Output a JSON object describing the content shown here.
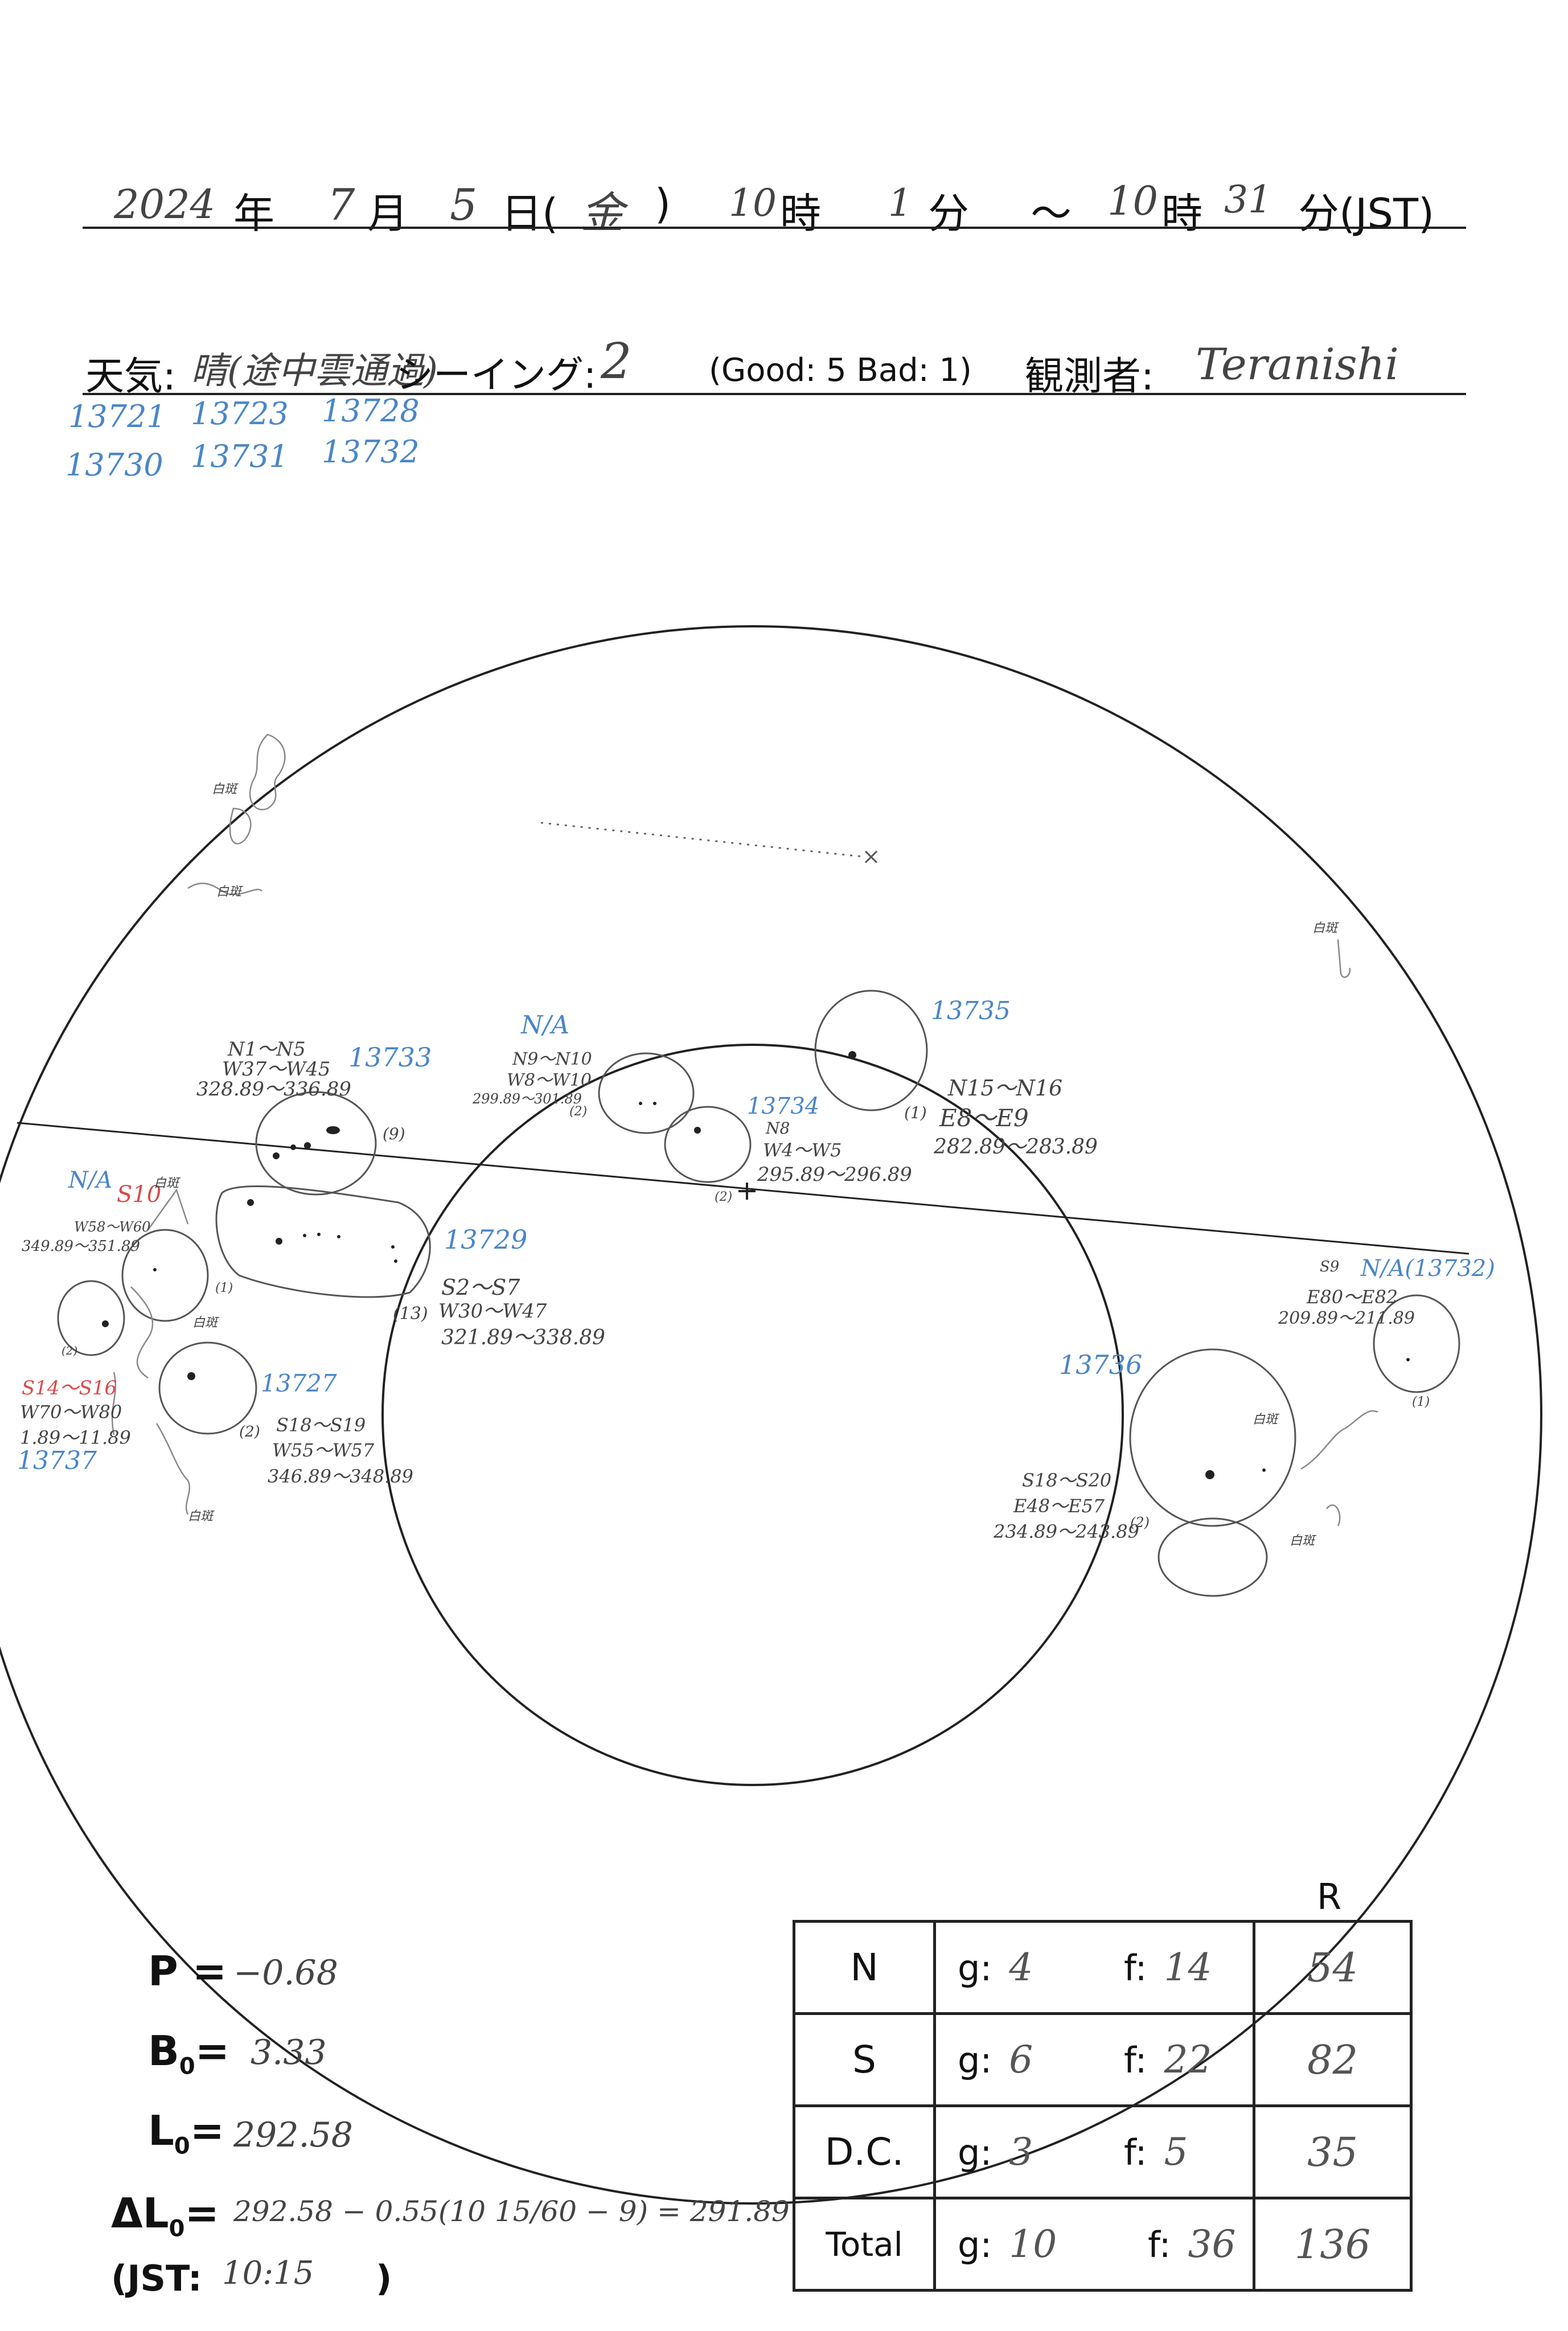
{
  "header": {
    "year": "2024",
    "year_unit": "年",
    "month": "7",
    "month_unit": "月",
    "day": "5",
    "day_unit": "日(",
    "weekday": "金",
    "weekday_close": ")",
    "start_hour": "10",
    "hour_unit": "時",
    "start_min": "1",
    "min_unit": "分",
    "tilde": "〜",
    "end_hour": "10",
    "end_hour_unit": "時",
    "end_min": "31",
    "end_min_unit": "分(JST)"
  },
  "weather_row": {
    "weather_label": "天気:",
    "weather_value": "晴(途中雲通過)",
    "seeing_label": "シーイング:",
    "seeing_value": "2",
    "scale_text": "(Good: 5  Bad: 1)",
    "observer_label": "観測者:",
    "observer_value": "Teranishi"
  },
  "region_list": {
    "row1": [
      "13721",
      "13723",
      "13728"
    ],
    "row2": [
      "13730",
      "13731",
      "13732"
    ]
  },
  "annotations": {
    "r13733": "13733",
    "r13733_lat": "N1〜N5",
    "r13733_lon": "W37〜W45",
    "r13733_L": "328.89〜336.89",
    "r13733_count": "(9)",
    "r13729": "13729",
    "r13729_lat": "S2〜S7",
    "r13729_lon": "W30〜W47",
    "r13729_L": "321.89〜338.89",
    "r13729_count": "(13)",
    "na_center": "N/A",
    "na_center_lat": "N9〜N10",
    "na_center_lon": "W8〜W10",
    "na_center_L": "299.89〜301.89",
    "na_center_count": "(2)",
    "r13734": "13734",
    "r13734_lat": "N8",
    "r13734_lon": "W4〜W5",
    "r13734_L": "295.89〜296.89",
    "r13734_count": "(2)",
    "r13735": "13735",
    "r13735_lat": "N15〜N16",
    "r13735_lon": "E8〜E9",
    "r13735_L": "282.89〜283.89",
    "r13735_count": "(1)",
    "na_right": "N/A(13732)",
    "na_right_lat": "S9",
    "na_right_lon": "E80〜E82",
    "na_right_L": "209.89〜211.89",
    "na_right_count": "(1)",
    "r13736": "13736",
    "r13736_lat": "S18〜S20",
    "r13736_lon": "E48〜E57",
    "r13736_L": "234.89〜243.89",
    "r13736_count": "(2)",
    "r13727": "13727",
    "r13727_lat": "S18〜S19",
    "r13727_lon": "W55〜W57",
    "r13727_L": "346.89〜348.89",
    "r13727_count": "(2)",
    "na_left": "N/A",
    "na_left_red": "S10",
    "na_left_lon": "W58〜W60",
    "na_left_L": "349.89〜351.89",
    "r13737_lat": "S14〜S16",
    "r13737_lon": "W70〜W80",
    "r13737_L": "1.89〜11.89",
    "r13737": "13737",
    "r13737_count": "(2)",
    "count_small": "(1)",
    "facula_1": "白斑",
    "facula_2": "白斑",
    "facula_3": "白斑",
    "facula_4": "白斑",
    "facula_5": "白斑",
    "facula_6": "白斑",
    "facula_7": "白斑",
    "facula_8": "白斑"
  },
  "params": {
    "P_label": "P =",
    "P_value": "−0.68",
    "B_label": "B",
    "B_sub": "0",
    "B_eq": "=",
    "B_value": "3.33",
    "L_label": "L",
    "L_sub": "0",
    "L_eq": "=",
    "L_value": "292.58",
    "dL_label": "ΔL",
    "dL_sub": "0",
    "dL_eq": "=",
    "dL_value": "292.58 − 0.55(10 15/60 − 9) = 291.89",
    "jst_label": "(JST:",
    "jst_value": "10:15",
    "jst_close": ")"
  },
  "table": {
    "r_header": "R",
    "g_label": "g:",
    "f_label": "f:",
    "rows": [
      {
        "label": "N",
        "g": "4",
        "f": "14",
        "r": "54"
      },
      {
        "label": "S",
        "g": "6",
        "f": "22",
        "r": "82"
      },
      {
        "label": "D.C.",
        "g": "3",
        "f": "5",
        "r": "35"
      },
      {
        "label": "Total",
        "g": "10",
        "f": "36",
        "r": "136"
      }
    ]
  }
}
